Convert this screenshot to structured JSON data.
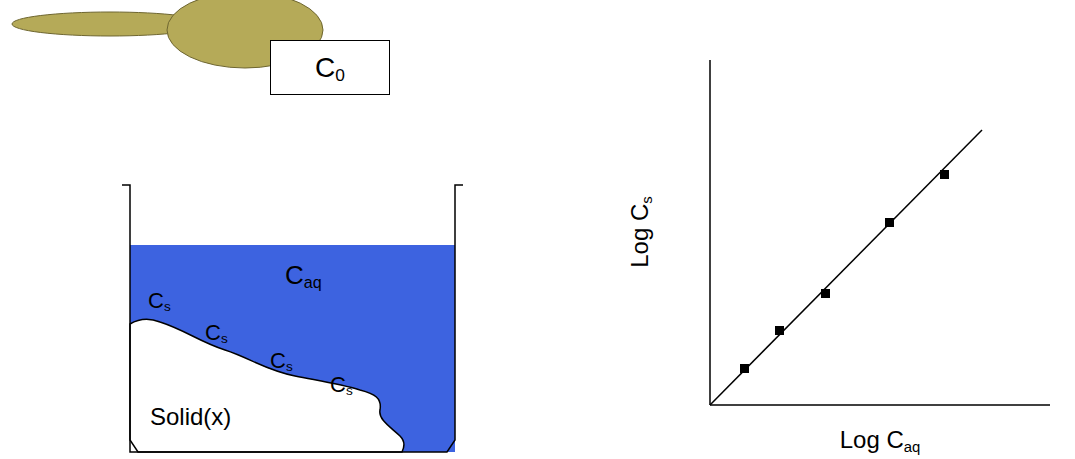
{
  "diagram": {
    "nodes": [
      {
        "text": [
          "C0"
        ]
      }
    ],
    "labels": [
      "Caq",
      "Cs",
      "Cs",
      "Cs",
      "Cs",
      "Solid(x)",
      "Log Cs",
      "Log Caq"
    ]
  }
}
